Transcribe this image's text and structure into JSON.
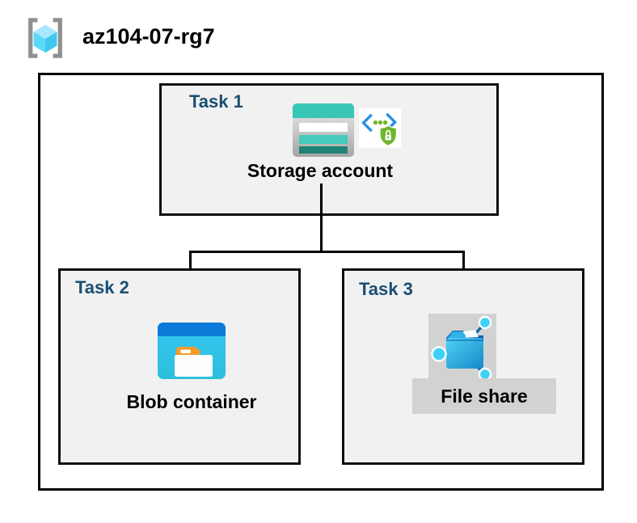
{
  "resource_group": {
    "name": "az104-07-rg7"
  },
  "tasks": [
    {
      "label": "Task 1",
      "resource": "Storage account"
    },
    {
      "label": "Task 2",
      "resource": "Blob container"
    },
    {
      "label": "Task 3",
      "resource": "File share"
    }
  ],
  "icons": {
    "header": "resource-group-icon",
    "task1": [
      "storage-account-icon",
      "secure-access-icon"
    ],
    "task2": [
      "blob-container-icon"
    ],
    "task3": [
      "file-share-icon"
    ]
  },
  "colors": {
    "task_label_blue": "#1A4E74",
    "box_fill_gray": "#F1F1F1",
    "border_black": "#000000",
    "storage_teal": "#38C7B5",
    "storage_teal_dark": "#1F8276",
    "blob_header_blue": "#0B7AD9",
    "blob_body_cyan": "#33C5F0",
    "folder_tab_orange": "#F79B28",
    "file_share_backdrop_gray": "#D2D2D2",
    "node_cyan": "#3ED1F6",
    "link_navy": "#1266AE",
    "shield_green": "#6FB52C",
    "bracket_blue": "#2490E9",
    "cube_cyan": "#58D7F7"
  }
}
